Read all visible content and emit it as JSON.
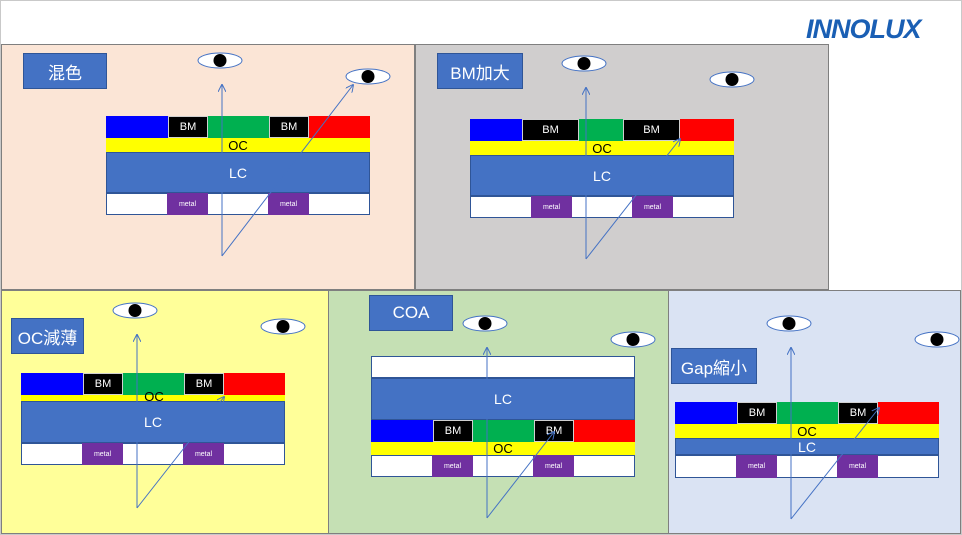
{
  "logo": {
    "text": "INNOLUX"
  },
  "panels": {
    "p1": {
      "label": "混色",
      "bg": "#fbe5d6"
    },
    "p2": {
      "label": "BM加大",
      "bg": "#d0cece"
    },
    "p3": {
      "label": "OC減薄",
      "bg": "#ffff99"
    },
    "p4": {
      "label": "COA",
      "bg": "#c5e0b4"
    },
    "p5": {
      "label": "Gap縮小",
      "bg": "#dae3f3"
    }
  },
  "layers": {
    "bm": "BM",
    "oc": "OC",
    "lc": "LC",
    "metal": "metal"
  },
  "colors": {
    "blue": "#0000ff",
    "green": "#00b050",
    "red": "#ff0000",
    "black_matrix": "#000000",
    "overcoat": "#ffff00",
    "liquid_crystal": "#4472c4",
    "metal": "#7030a0",
    "ray": "#4472c4"
  },
  "icons": {
    "viewer": "eye-icon"
  }
}
